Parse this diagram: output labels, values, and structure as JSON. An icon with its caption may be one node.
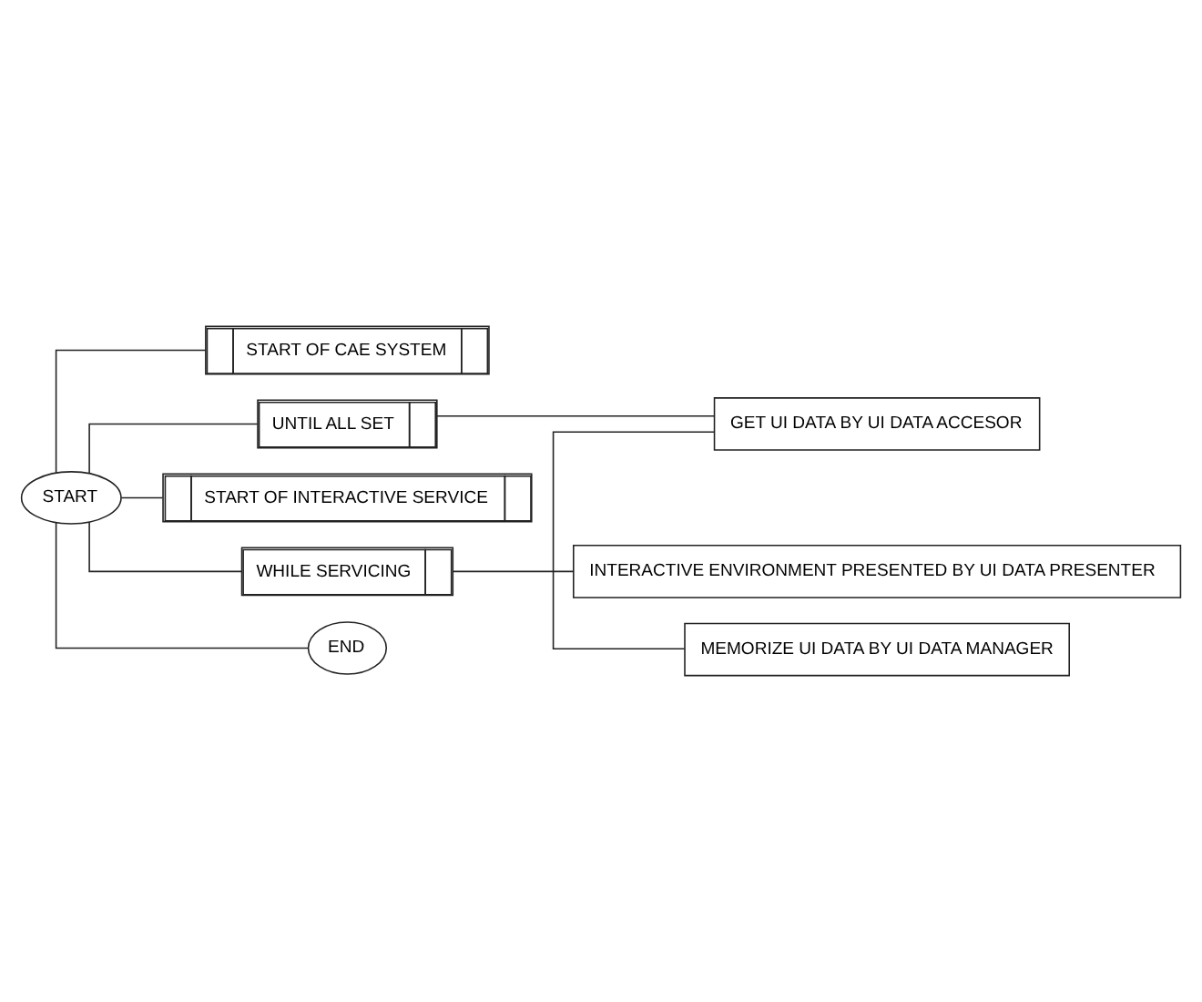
{
  "diagram": {
    "nodes": [
      {
        "text": [
          "START"
        ]
      },
      {
        "text": [
          "START OF CAE SYSTEM"
        ]
      },
      {
        "text": [
          "UNTIL ALL SET"
        ]
      },
      {
        "text": [
          "GET UI DATA BY UI DATA ACCESOR"
        ]
      },
      {
        "text": [
          "MEMORIZE UI DATA BY UI DATA MANAGER"
        ]
      },
      {
        "text": [
          "START OF INTERACTIVE SERVICE"
        ]
      },
      {
        "text": [
          "WHILE SERVICING"
        ]
      },
      {
        "text": [
          "INTERACTIVE ENVIRONMENT PRESENTED BY UI DATA PRESENTER"
        ]
      },
      {
        "text": [
          "END"
        ]
      }
    ],
    "edges": [
      {
        "from": 0,
        "to": 1,
        "arrow": "none"
      },
      {
        "from": 0,
        "to": 2,
        "arrow": "none"
      },
      {
        "from": 0,
        "to": 5,
        "arrow": "none"
      },
      {
        "from": 0,
        "to": 6,
        "arrow": "none"
      },
      {
        "from": 0,
        "to": 8,
        "arrow": "none"
      },
      {
        "from": 2,
        "to": 3,
        "arrow": "none"
      },
      {
        "from": 3,
        "to": 4,
        "arrow": "none"
      },
      {
        "from": 6,
        "to": 7,
        "arrow": "none"
      }
    ]
  }
}
